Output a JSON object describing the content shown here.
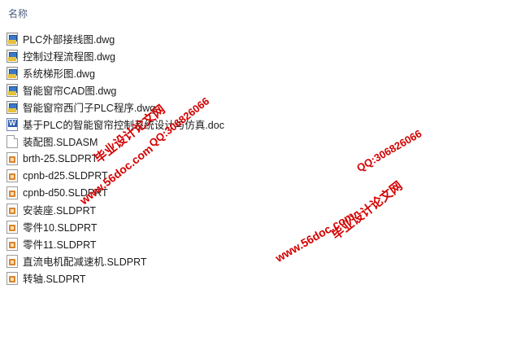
{
  "header": {
    "name_column": "名称"
  },
  "files": [
    {
      "name": "PLC外部接线图.dwg",
      "icon": "dwg-file-icon"
    },
    {
      "name": "控制过程流程图.dwg",
      "icon": "dwg-file-icon"
    },
    {
      "name": "系统梯形图.dwg",
      "icon": "dwg-file-icon"
    },
    {
      "name": "智能窗帘CAD图.dwg",
      "icon": "dwg-file-icon"
    },
    {
      "name": "智能窗帘西门子PLC程序.dwg",
      "icon": "dwg-file-icon"
    },
    {
      "name": "基于PLC的智能窗帘控制系统设计与仿真.doc",
      "icon": "word-doc-icon"
    },
    {
      "name": "装配图.SLDASM",
      "icon": "solidworks-assembly-icon"
    },
    {
      "name": "brth-25.SLDPRT",
      "icon": "solidworks-part-icon"
    },
    {
      "name": "cpnb-d25.SLDPRT",
      "icon": "solidworks-part-icon"
    },
    {
      "name": "cpnb-d50.SLDPRT",
      "icon": "solidworks-part-icon"
    },
    {
      "name": "安装座.SLDPRT",
      "icon": "solidworks-part-icon"
    },
    {
      "name": "零件10.SLDPRT",
      "icon": "solidworks-part-icon"
    },
    {
      "name": "零件11.SLDPRT",
      "icon": "solidworks-part-icon"
    },
    {
      "name": "直流电机配减速机.SLDPRT",
      "icon": "solidworks-part-icon"
    },
    {
      "name": "转轴.SLDPRT",
      "icon": "solidworks-part-icon"
    }
  ],
  "watermarks": {
    "site_name": "毕业设计论文网",
    "site_url": "www.56doc.com",
    "qq": "QQ:306826066",
    "color": "#d40000"
  }
}
